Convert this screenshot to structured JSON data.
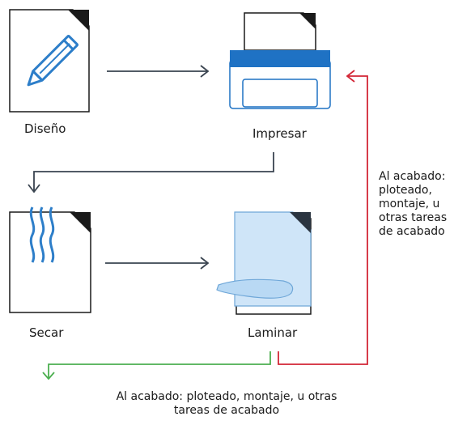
{
  "nodes": {
    "design": {
      "label": "Diseño",
      "icon": "pencil-document-icon"
    },
    "print": {
      "label": "Impresar",
      "icon": "printer-icon"
    },
    "dry": {
      "label": "Secar",
      "icon": "drying-document-icon"
    },
    "laminate": {
      "label": "Laminar",
      "icon": "laminated-document-icon"
    }
  },
  "notes": {
    "side": "Al acabado:\nploteado,\nmontaje, u\notras tareas\nde acabado",
    "bottom": "Al acabado: ploteado, montaje, u otras\ntareas de acabado"
  },
  "colors": {
    "arrow": "#3a4450",
    "return_arrow": "#d32636",
    "finish_arrow": "#4caf50",
    "printer_blue": "#1f72c4",
    "pencil_blue": "#2d7ec9",
    "laminate_fill": "#cfe5f8"
  }
}
